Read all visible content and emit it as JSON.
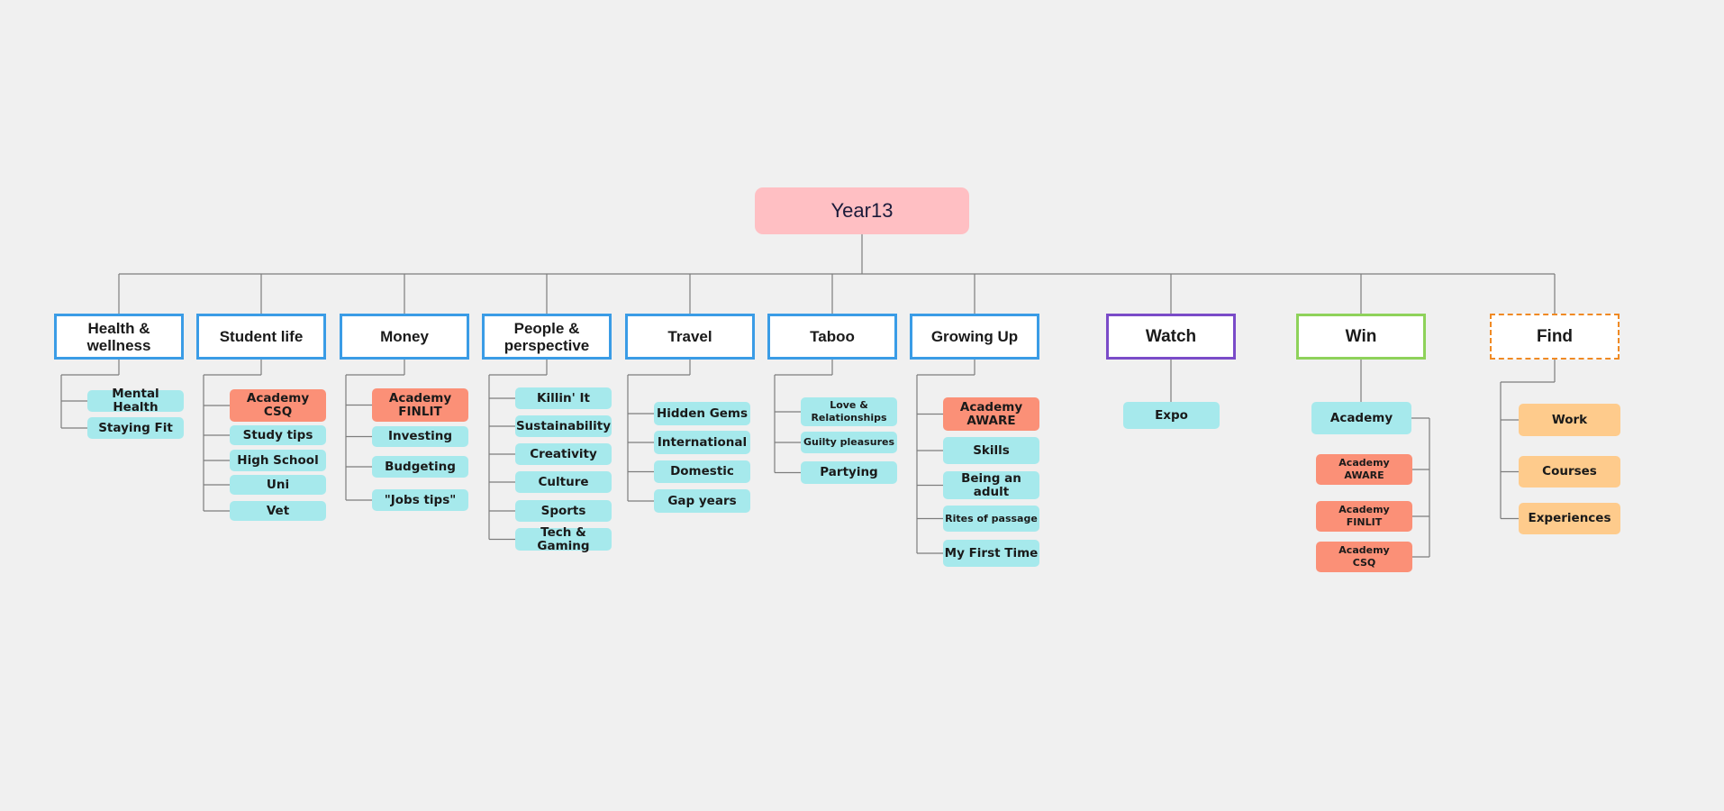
{
  "root": {
    "label": "Year13"
  },
  "categories": [
    {
      "label": "Health &\nwellness",
      "items": [
        {
          "label": "Mental Health",
          "color": "cyan"
        },
        {
          "label": "Staying Fit",
          "color": "cyan"
        }
      ]
    },
    {
      "label": "Student life",
      "items": [
        {
          "label": "Academy\nCSQ",
          "color": "coral"
        },
        {
          "label": "Study tips",
          "color": "cyan"
        },
        {
          "label": "High School",
          "color": "cyan"
        },
        {
          "label": "Uni",
          "color": "cyan"
        },
        {
          "label": "Vet",
          "color": "cyan"
        }
      ]
    },
    {
      "label": "Money",
      "items": [
        {
          "label": "Academy\nFINLIT",
          "color": "coral"
        },
        {
          "label": "Investing",
          "color": "cyan"
        },
        {
          "label": "Budgeting",
          "color": "cyan"
        },
        {
          "label": "\"Jobs tips\"",
          "color": "cyan"
        }
      ]
    },
    {
      "label": "People &\nperspective",
      "items": [
        {
          "label": "Killin' It",
          "color": "cyan"
        },
        {
          "label": "Sustainability",
          "color": "cyan"
        },
        {
          "label": "Creativity",
          "color": "cyan"
        },
        {
          "label": "Culture",
          "color": "cyan"
        },
        {
          "label": "Sports",
          "color": "cyan"
        },
        {
          "label": "Tech & Gaming",
          "color": "cyan"
        }
      ]
    },
    {
      "label": "Travel",
      "items": [
        {
          "label": "Hidden Gems",
          "color": "cyan"
        },
        {
          "label": "International",
          "color": "cyan"
        },
        {
          "label": "Domestic",
          "color": "cyan"
        },
        {
          "label": "Gap years",
          "color": "cyan"
        }
      ]
    },
    {
      "label": "Taboo",
      "items": [
        {
          "label": "Love &\nRelationships",
          "color": "cyan"
        },
        {
          "label": "Guilty pleasures",
          "color": "cyan"
        },
        {
          "label": "Partying",
          "color": "cyan"
        }
      ]
    },
    {
      "label": "Growing Up",
      "items": [
        {
          "label": "Academy\nAWARE",
          "color": "coral"
        },
        {
          "label": "Skills",
          "color": "cyan"
        },
        {
          "label": "Being an adult",
          "color": "cyan"
        },
        {
          "label": "Rites of passage",
          "color": "cyan"
        },
        {
          "label": "My First Time",
          "color": "cyan"
        }
      ]
    },
    {
      "label": "Watch",
      "border_color": "#7a4bc8",
      "items": [
        {
          "label": "Expo",
          "color": "cyan"
        }
      ]
    },
    {
      "label": "Win",
      "border_color": "#8ed25a",
      "items": [
        {
          "label": "Academy",
          "color": "cyan",
          "children": [
            {
              "label": "Academy\nAWARE",
              "color": "coral"
            },
            {
              "label": "Academy\nFINLIT",
              "color": "coral"
            },
            {
              "label": "Academy\nCSQ",
              "color": "coral"
            }
          ]
        }
      ]
    },
    {
      "label": "Find",
      "border_color": "#f08a24",
      "border_style": "dashed",
      "items": [
        {
          "label": "Work",
          "color": "peach"
        },
        {
          "label": "Courses",
          "color": "peach"
        },
        {
          "label": "Experiences",
          "color": "peach"
        }
      ]
    }
  ],
  "colors": {
    "background": "#f0f0f0",
    "root": "#ffbfc3",
    "category_border": "#3a9ce6",
    "leaf_cyan": "#a6e9ec",
    "leaf_coral": "#fb9077",
    "leaf_peach": "#fecb8c",
    "connector": "#7d7d7d"
  }
}
